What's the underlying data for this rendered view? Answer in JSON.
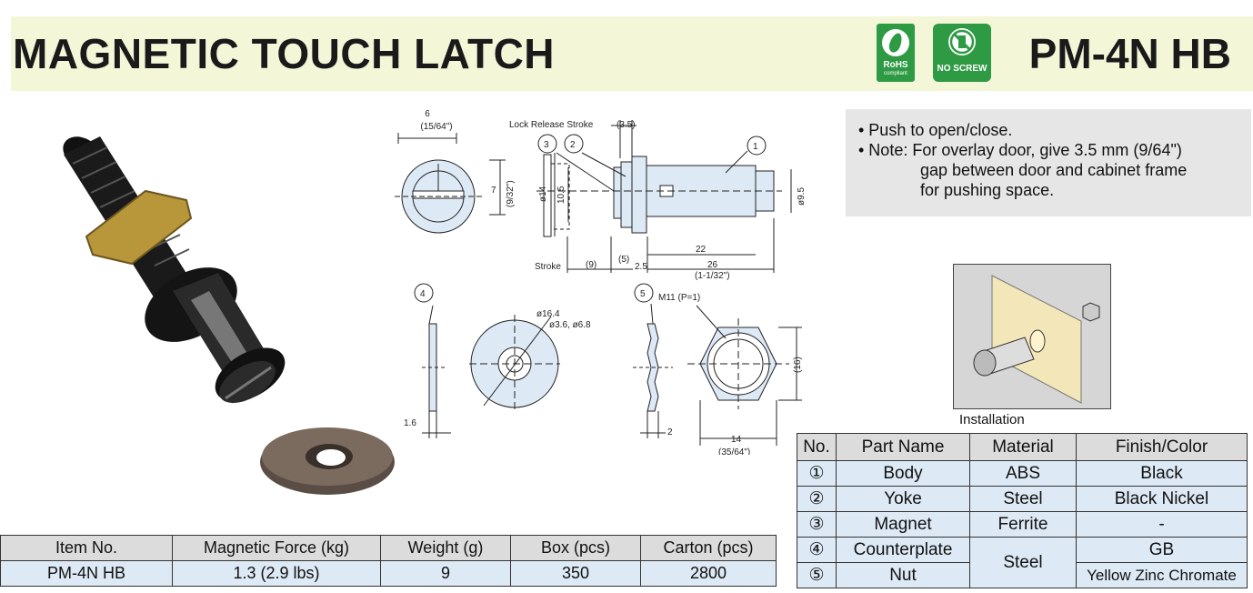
{
  "header": {
    "title": "MAGNETIC TOUCH LATCH",
    "model": "PM-4N HB",
    "badges": {
      "rohs": "RoHS",
      "rohs_sub": "compliant",
      "noscrew": "NO SCREW"
    }
  },
  "notes": {
    "line1": "• Push to open/close.",
    "line2": "• Note: For overlay door, give 3.5 mm (9/64\")",
    "line3": "gap between door and cabinet frame",
    "line4": "for pushing space."
  },
  "installation_caption": "Installation",
  "drawing": {
    "dim_6": "6",
    "dim_6_in": "(15/64\")",
    "lock_release": "Lock Release Stroke",
    "dim_35": "(3.5)",
    "dim_7": "7",
    "dim_7_in": "(9/32\")",
    "d14": "ø14",
    "d105": "10.5",
    "d95": "ø9.5",
    "dim_22": "22",
    "dim_26": "26",
    "dim_26_in": "(1-1/32\")",
    "stroke": "Stroke",
    "dim_9": "(9)",
    "dim_5": "(5)",
    "dim_25": "2.5",
    "d164": "ø16.4",
    "d36": "ø3.6, ø6.8",
    "dim_16": "1.6",
    "m11": "M11 (P=1)",
    "dim_16p": "(16)",
    "dim_2": "2",
    "dim_14": "14",
    "dim_14_in": "(35/64\")",
    "callouts": [
      "1",
      "2",
      "3",
      "4",
      "5"
    ]
  },
  "spec_table": {
    "headers": [
      "Item No.",
      "Magnetic Force (kg)",
      "Weight (g)",
      "Box (pcs)",
      "Carton (pcs)"
    ],
    "row": [
      "PM-4N HB",
      "1.3 (2.9 lbs)",
      "9",
      "350",
      "2800"
    ]
  },
  "parts_table": {
    "headers": [
      "No.",
      "Part Name",
      "Material",
      "Finish/Color"
    ],
    "rows": [
      [
        "①",
        "Body",
        "ABS",
        "Black"
      ],
      [
        "②",
        "Yoke",
        "Steel",
        "Black Nickel"
      ],
      [
        "③",
        "Magnet",
        "Ferrite",
        "-"
      ],
      [
        "④",
        "Counterplate",
        "Steel",
        "GB"
      ],
      [
        "⑤",
        "Nut",
        "",
        "Yellow Zinc Chromate"
      ]
    ]
  },
  "colors": {
    "header_bg": "#f3f7d8",
    "badge_green": "#2e9a44",
    "table_cell": "#dde9f5",
    "table_head": "#dcdcdc"
  }
}
